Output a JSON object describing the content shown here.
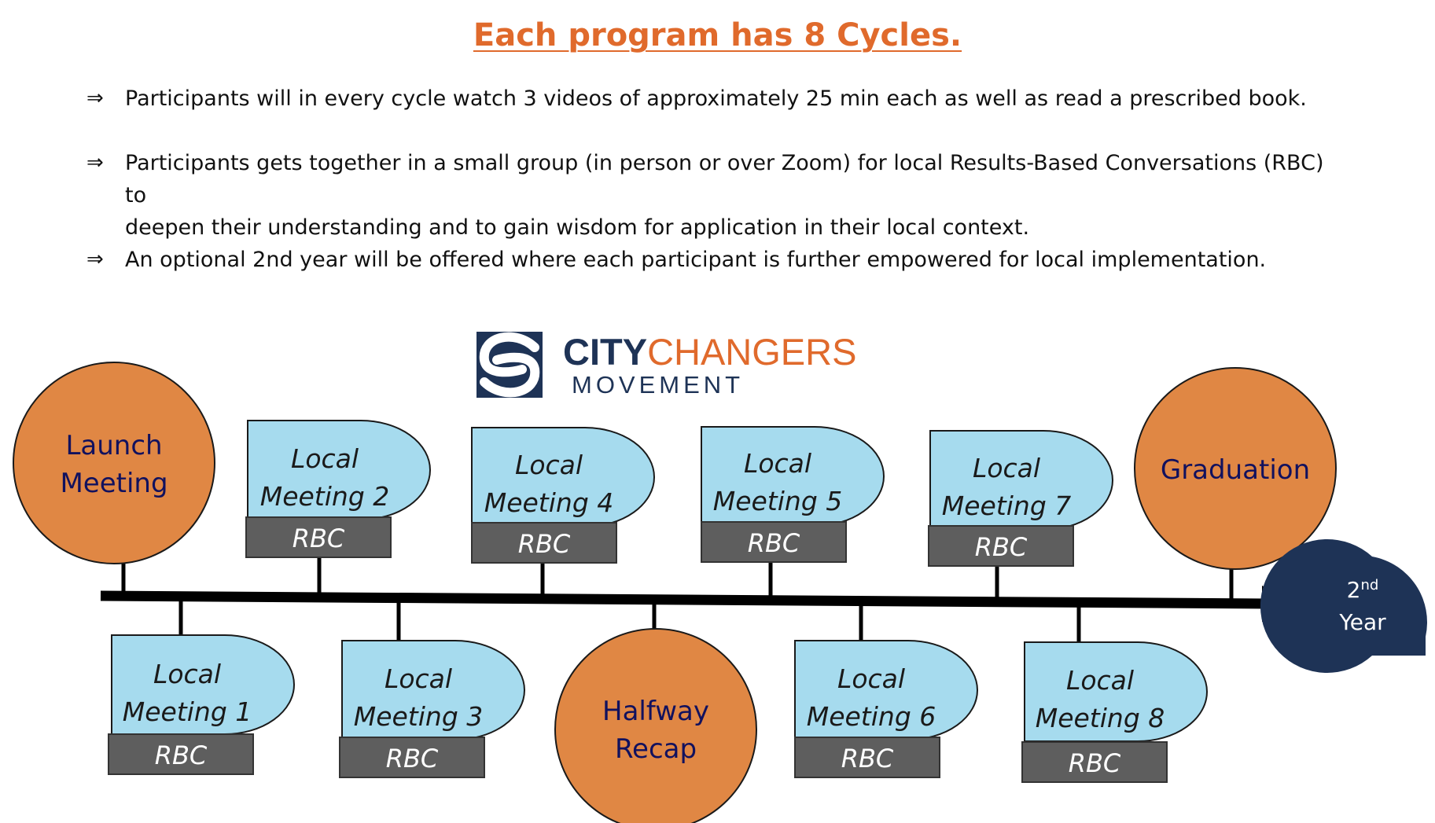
{
  "title": "Each program has 8 Cycles.",
  "bullet_symbol": "⇒",
  "bullets": [
    {
      "line1": "Participants will in every cycle watch 3 videos of approximately 25 min each as well as read a prescribed book.",
      "line2": ""
    },
    {
      "line1": "Participants gets together in a small group (in person or over Zoom) for local Results-Based Conversations (RBC) to",
      "line2": "deepen their understanding and to gain wisdom for application in their local context."
    },
    {
      "line1": "An optional 2nd year will be offered where each participant is further empowered for local implementation.",
      "line2": ""
    }
  ],
  "logo": {
    "word1": "CITY",
    "word2": "CHANGERS",
    "word3": "MOVEMENT",
    "icon": "city-changers-logo-icon"
  },
  "timeline": {
    "milestones": [
      {
        "line1": "Launch",
        "line2": "Meeting"
      },
      {
        "line1": "Halfway",
        "line2": "Recap"
      },
      {
        "line1": "Graduation",
        "line2": ""
      }
    ],
    "meetings": [
      {
        "line1": "Local",
        "line2": "Meeting 1",
        "tag": "RBC"
      },
      {
        "line1": "Local",
        "line2": "Meeting 2",
        "tag": "RBC"
      },
      {
        "line1": "Local",
        "line2": "Meeting 3",
        "tag": "RBC"
      },
      {
        "line1": "Local",
        "line2": "Meeting 4",
        "tag": "RBC"
      },
      {
        "line1": "Local",
        "line2": "Meeting 5",
        "tag": "RBC"
      },
      {
        "line1": "Local",
        "line2": "Meeting 6",
        "tag": "RBC"
      },
      {
        "line1": "Local",
        "line2": "Meeting 7",
        "tag": "RBC"
      },
      {
        "line1": "Local",
        "line2": "Meeting 8",
        "tag": "RBC"
      }
    ],
    "second_year": {
      "number": "2",
      "suffix": "nd",
      "word": "Year"
    }
  },
  "colors": {
    "title": "#E06A2C",
    "milestone_fill": "#E08744",
    "meeting_fill": "#A6DBEE",
    "rbc_fill": "#5E5E5E",
    "navy": "#1E3356",
    "timeline": "#000000"
  }
}
